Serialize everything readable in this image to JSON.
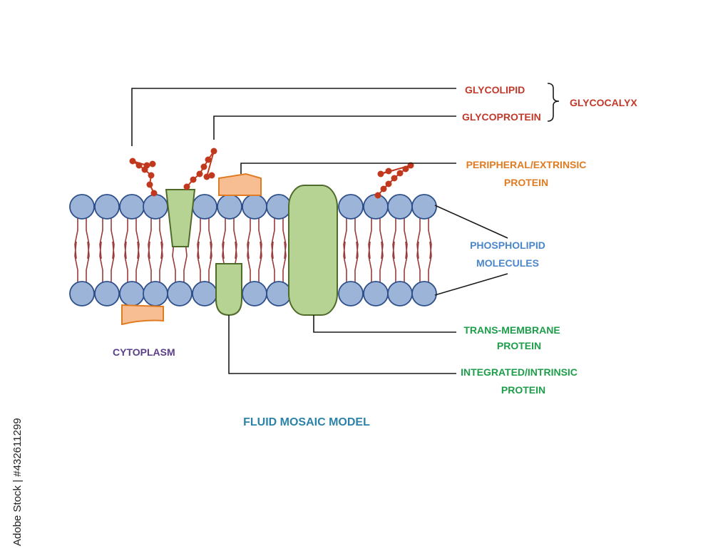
{
  "labels": {
    "glycolipid": "GLYCOLIPID",
    "glycoprotein": "GLYCOPROTEIN",
    "glycocalyx": "GLYCOCALYX",
    "peripheral_line1": "PERIPHERAL/EXTRINSIC",
    "peripheral_line2": "PROTEIN",
    "phospholipid_line1": "PHOSPHOLIPID",
    "phospholipid_line2": "MOLECULES",
    "transmembrane_line1": "TRANS-MEMBRANE",
    "transmembrane_line2": "PROTEIN",
    "integrated_line1": "INTEGRATED/INTRINSIC",
    "integrated_line2": "PROTEIN",
    "cytoplasm": "CYTOPLASM",
    "title": "FLUID MOSAIC MODEL"
  },
  "watermark": {
    "stock_id": "Adobe Stock | #432611299"
  },
  "colors": {
    "glyco_red": "#c0392b",
    "peripheral_orange": "#e07b22",
    "phospholipid_blue": "#4a86c8",
    "protein_green": "#1e9e4a",
    "cytoplasm_purple": "#5b3f8a",
    "title_teal": "#2c82a8",
    "head_fill": "#9db4d9",
    "head_stroke": "#2d4f8a",
    "tail": "#9a3a3a",
    "protein_fill": "#b6d394",
    "protein_stroke": "#4f6b2a",
    "orange_fill": "#f7be93",
    "orange_stroke": "#e07b22",
    "sugar": "#c0391f"
  }
}
